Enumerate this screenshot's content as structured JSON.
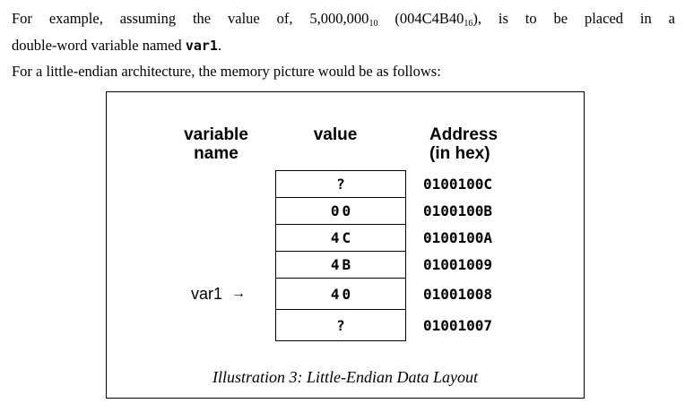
{
  "colors": {
    "text": "#000000",
    "background": "#ffffff",
    "border": "#000000"
  },
  "paragraphs": {
    "p1": {
      "line1": {
        "pre": "For example, assuming the value of, 5,000,000",
        "sub1": "10",
        "mid": " (004C4B40",
        "sub2": "16",
        "post": "), is to be placed in a"
      },
      "line2": {
        "pre": "double-word variable named ",
        "code": "var1",
        "post": "."
      }
    },
    "p2": "For a little-endian architecture, the memory picture would be as follows:"
  },
  "figure": {
    "headers": {
      "col1_line1": "variable",
      "col1_line2": "name",
      "col2": "value",
      "col3_line1": "Address",
      "col3_line2": "(in hex)"
    },
    "memory": {
      "rows": [
        {
          "value": "?",
          "address": "0100100C"
        },
        {
          "value": "00",
          "address": "0100100B"
        },
        {
          "value": "4C",
          "address": "0100100A"
        },
        {
          "value": "4B",
          "address": "01001009"
        },
        {
          "value": "40",
          "address": "01001008"
        },
        {
          "value": "?",
          "address": "01001007"
        }
      ]
    },
    "pointer": {
      "label": "var1",
      "arrow": "→"
    },
    "caption": "Illustration 3: Little-Endian Data Layout"
  }
}
